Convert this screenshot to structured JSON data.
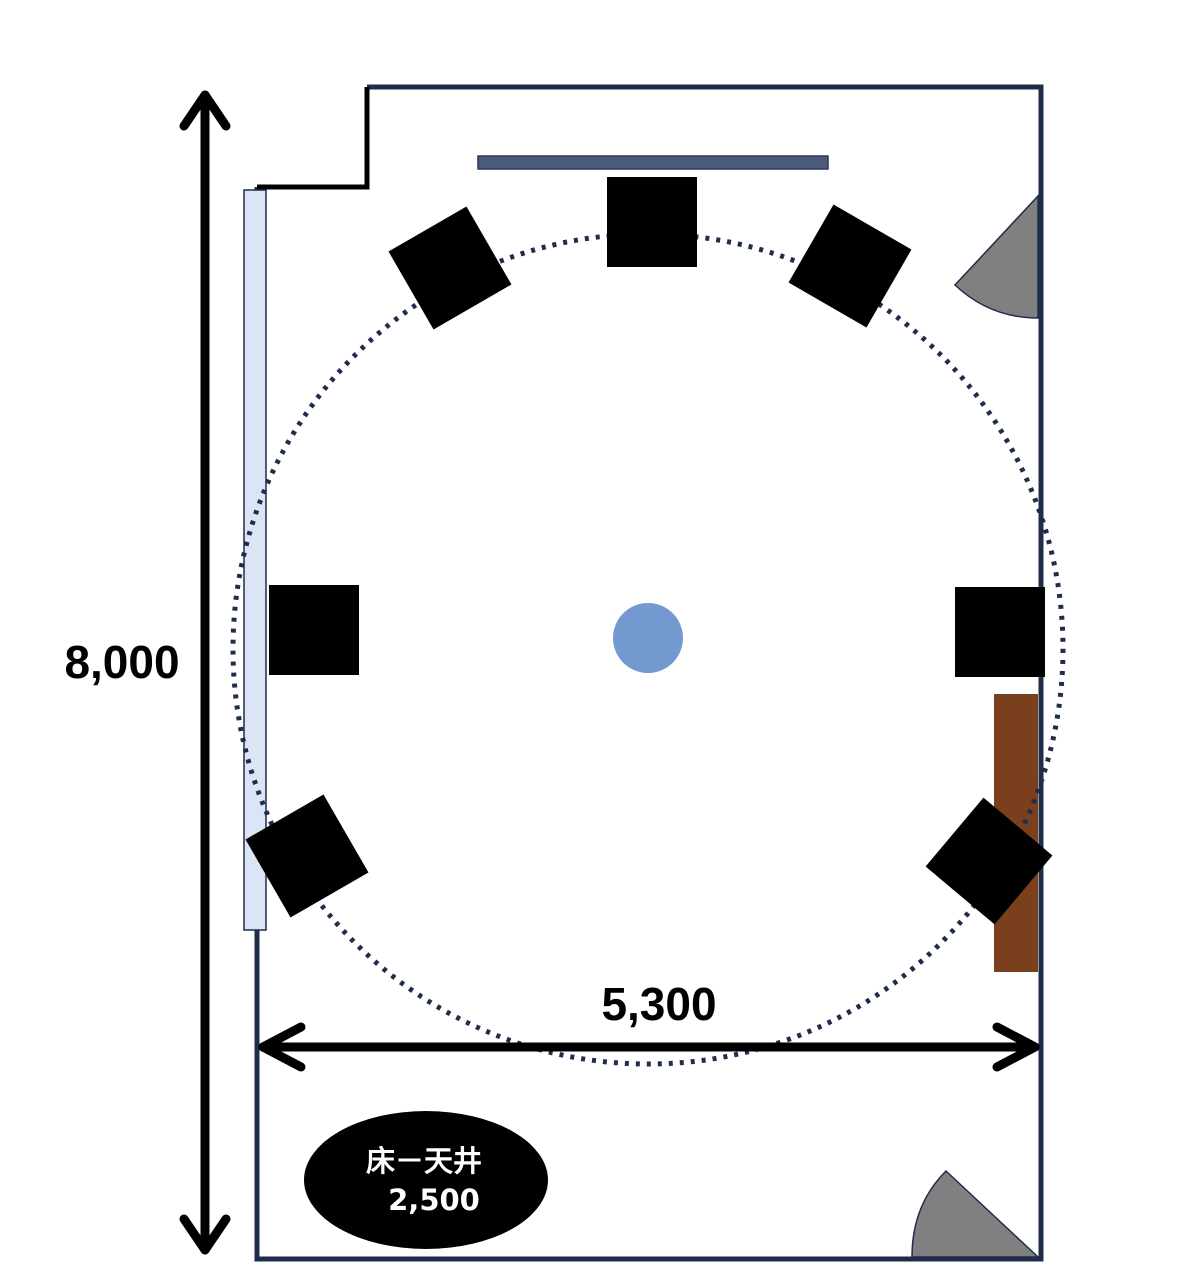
{
  "dimensions": {
    "height_label": "8,000",
    "width_label": "5,300"
  },
  "ceiling_note": {
    "line1": "床－天井",
    "line2": "2,500"
  },
  "colors": {
    "wall": "#1f2d4a",
    "speaker": "#000000",
    "listening_position": "#7399d0",
    "speaker_circle": "#1f2d4a",
    "screen": "#4a5a78",
    "window": "#dce5f5",
    "door": "#808080",
    "cabinet": "#7a3f1c",
    "note_background": "#000000",
    "note_text": "#ffffff"
  }
}
